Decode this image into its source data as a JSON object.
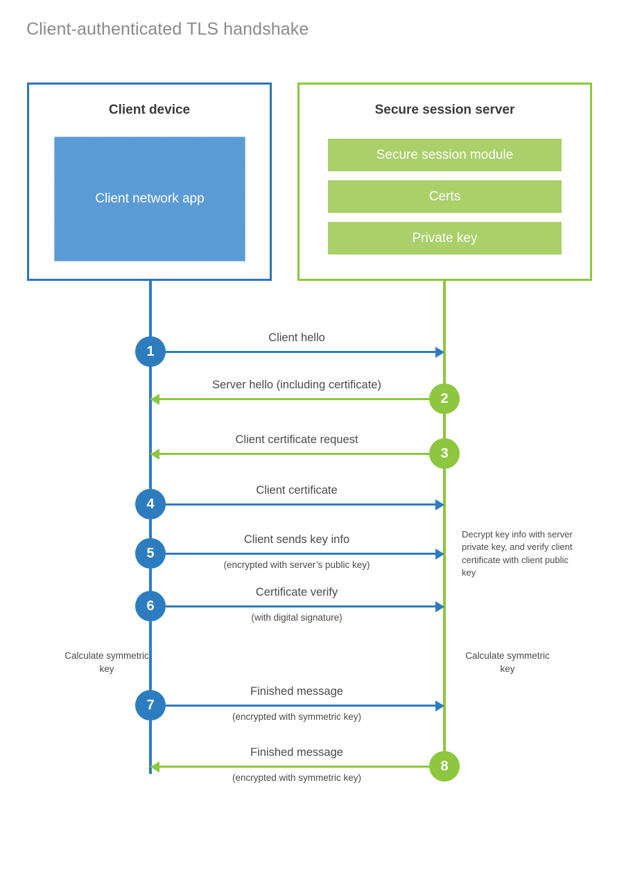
{
  "title": "Client-authenticated TLS handshake",
  "colors": {
    "client_blue": "#2E75B6",
    "client_line_blue": "#2E7CC0",
    "client_app_fill": "#5B9BD5",
    "server_green": "#8DC63F",
    "server_bar_fill": "#A9D069",
    "text_gray": "#4a4a4a",
    "title_gray": "#8a8a8a"
  },
  "panels": {
    "client": {
      "title": "Client device",
      "app_label": "Client network app"
    },
    "server": {
      "title": "Secure session server",
      "modules": [
        "Secure session module",
        "Certs",
        "Private key"
      ]
    }
  },
  "steps": [
    {
      "number": "1",
      "origin": "client",
      "label": "Client hello",
      "sub": ""
    },
    {
      "number": "2",
      "origin": "server",
      "label": "Server hello (including certificate)",
      "sub": ""
    },
    {
      "number": "3",
      "origin": "server",
      "label": "Client certificate request",
      "sub": ""
    },
    {
      "number": "4",
      "origin": "client",
      "label": "Client certificate",
      "sub": ""
    },
    {
      "number": "5",
      "origin": "client",
      "label": "Client sends key info",
      "sub": "(encrypted with server’s public key)"
    },
    {
      "number": "6",
      "origin": "client",
      "label": "Certificate verify",
      "sub": "(with digital signature)"
    },
    {
      "number": "7",
      "origin": "client",
      "label": "Finished message",
      "sub": "(encrypted with symmetric key)"
    },
    {
      "number": "8",
      "origin": "server",
      "label": "Finished message",
      "sub": "(encrypted with symmetric key)"
    }
  ],
  "notes": {
    "decrypt": "Decrypt key info with server private key, and verify client certificate with client public key",
    "calculate_client": "Calculate symmetric key",
    "calculate_server": "Calculate symmetric key"
  },
  "layout": {
    "step_y": [
      507,
      575,
      654,
      727,
      798,
      874,
      1017,
      1105
    ]
  }
}
